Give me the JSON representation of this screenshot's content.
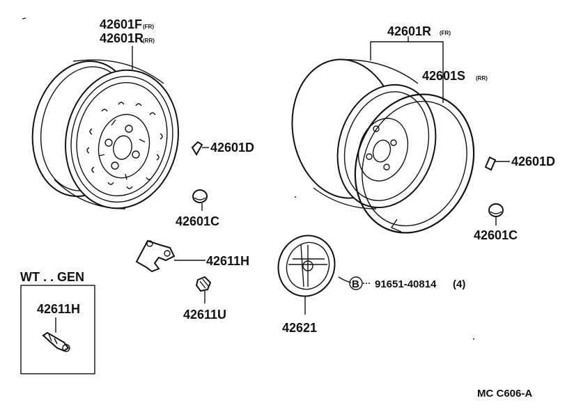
{
  "parts": {
    "wheel_left_fr": "42601F",
    "wheel_left_fr_suffix": "(FR)",
    "wheel_left_rr": "42601R",
    "wheel_left_rr_suffix": "(RR)",
    "wheel_right_top": "42601R",
    "wheel_right_top_suffix": "(FR)",
    "wheel_right_rim": "42601S",
    "wheel_right_rim_suffix": "(RR)",
    "weight_left": "42601D",
    "weight_right": "42601D",
    "cap_nut_left": "42601C",
    "cap_nut_right": "42601C",
    "valve": "42611H",
    "valve_cap": "42611U",
    "ornament": "42621",
    "bolt_badge": "B",
    "bolt": "91651-40814",
    "bolt_qty": "(4)"
  },
  "inset": {
    "title": "WT . . GEN",
    "part": "42611H"
  },
  "footer": {
    "code": "MC  C606-A"
  }
}
